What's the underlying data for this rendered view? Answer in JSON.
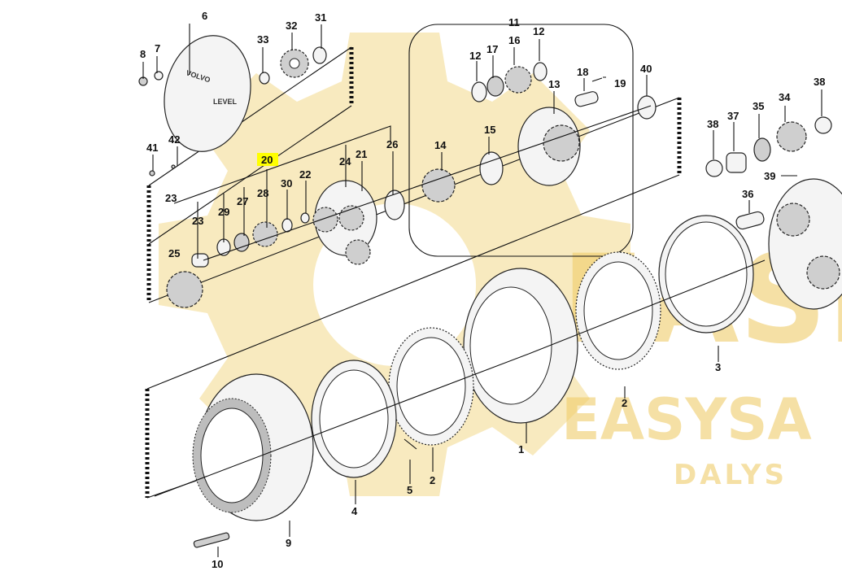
{
  "highlighted_part": "20",
  "watermark": {
    "line1": "EASKA",
    "line2": "EASYSA",
    "line3": "DALYS"
  },
  "cover_logo": "VOLVO",
  "cover_small_text": "LEVEL",
  "callouts": [
    {
      "id": "c1",
      "text": "1"
    },
    {
      "id": "c2a",
      "text": "2"
    },
    {
      "id": "c2b",
      "text": "2"
    },
    {
      "id": "c3",
      "text": "3"
    },
    {
      "id": "c4",
      "text": "4"
    },
    {
      "id": "c5",
      "text": "5"
    },
    {
      "id": "c6",
      "text": "6"
    },
    {
      "id": "c7",
      "text": "7"
    },
    {
      "id": "c8",
      "text": "8"
    },
    {
      "id": "c9",
      "text": "9"
    },
    {
      "id": "c10",
      "text": "10"
    },
    {
      "id": "c11",
      "text": "11"
    },
    {
      "id": "c12a",
      "text": "12"
    },
    {
      "id": "c12b",
      "text": "12"
    },
    {
      "id": "c13",
      "text": "13"
    },
    {
      "id": "c14",
      "text": "14"
    },
    {
      "id": "c15",
      "text": "15"
    },
    {
      "id": "c16",
      "text": "16"
    },
    {
      "id": "c17",
      "text": "17"
    },
    {
      "id": "c18",
      "text": "18"
    },
    {
      "id": "c19",
      "text": "19"
    },
    {
      "id": "c20",
      "text": "20"
    },
    {
      "id": "c21",
      "text": "21"
    },
    {
      "id": "c22",
      "text": "22"
    },
    {
      "id": "c23a",
      "text": "23"
    },
    {
      "id": "c23b",
      "text": "23"
    },
    {
      "id": "c24",
      "text": "24"
    },
    {
      "id": "c25",
      "text": "25"
    },
    {
      "id": "c26",
      "text": "26"
    },
    {
      "id": "c27",
      "text": "27"
    },
    {
      "id": "c28",
      "text": "28"
    },
    {
      "id": "c29",
      "text": "29"
    },
    {
      "id": "c30",
      "text": "30"
    },
    {
      "id": "c31",
      "text": "31"
    },
    {
      "id": "c32",
      "text": "32"
    },
    {
      "id": "c33",
      "text": "33"
    },
    {
      "id": "c34",
      "text": "34"
    },
    {
      "id": "c35",
      "text": "35"
    },
    {
      "id": "c36",
      "text": "36"
    },
    {
      "id": "c37",
      "text": "37"
    },
    {
      "id": "c38a",
      "text": "38"
    },
    {
      "id": "c38b",
      "text": "38"
    },
    {
      "id": "c39",
      "text": "39"
    },
    {
      "id": "c40",
      "text": "40"
    },
    {
      "id": "c41",
      "text": "41"
    },
    {
      "id": "c42",
      "text": "42"
    }
  ]
}
